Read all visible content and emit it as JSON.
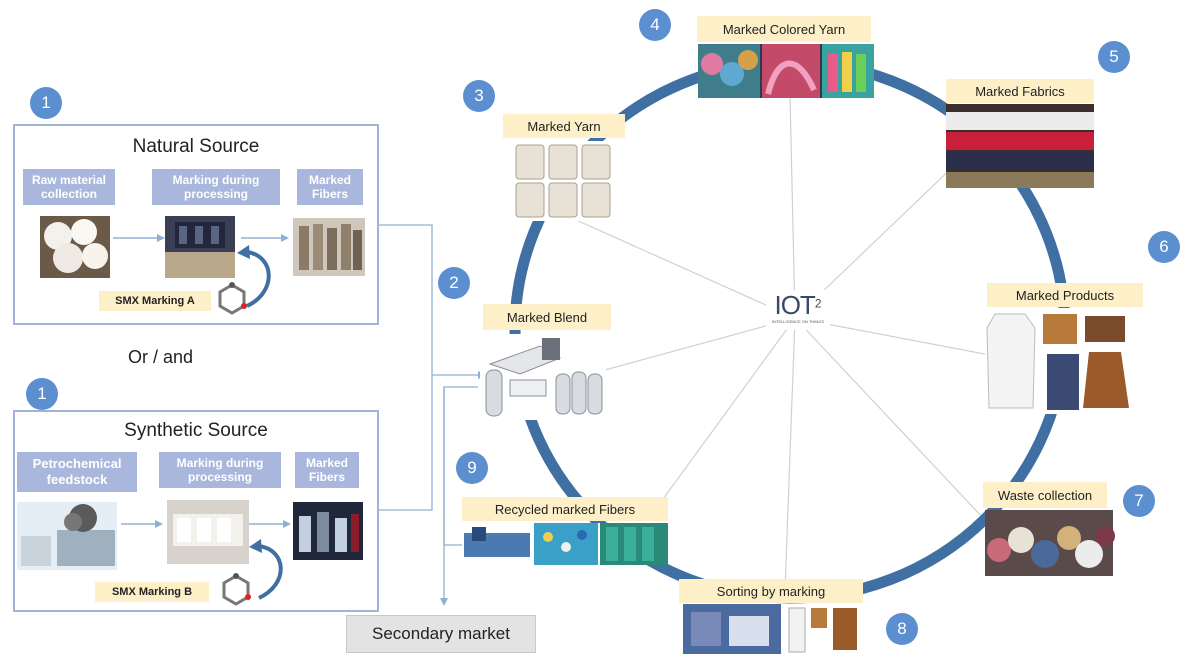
{
  "natural": {
    "badge": "1",
    "title": "Natural Source",
    "step1": "Raw material collection",
    "step2": "Marking during processing",
    "step3": "Marked Fibers",
    "marking": "SMX Marking A"
  },
  "or_and": "Or / and",
  "synthetic": {
    "badge": "1",
    "title": "Synthetic Source",
    "step1": "Petrochemical feedstock",
    "step2": "Marking during processing",
    "step3": "Marked Fibers",
    "marking": "SMX Marking B"
  },
  "secondary_market": "Secondary market",
  "hub": {
    "logo": "IOT",
    "sup": "2",
    "tagline": "INTELLIGENCE ON THINGS"
  },
  "stages": [
    {
      "num": "2",
      "label": "Marked Blend"
    },
    {
      "num": "3",
      "label": "Marked Yarn"
    },
    {
      "num": "4",
      "label": "Marked Colored Yarn"
    },
    {
      "num": "5",
      "label": "Marked Fabrics"
    },
    {
      "num": "6",
      "label": "Marked Products"
    },
    {
      "num": "7",
      "label": "Waste collection"
    },
    {
      "num": "8",
      "label": "Sorting by marking"
    },
    {
      "num": "9",
      "label": "Recycled marked Fibers"
    }
  ],
  "colors": {
    "ring": "#3f6fa3",
    "badge": "#5b8fd0",
    "label_bg": "#fdf0c8",
    "step_bg": "#a9b7dd",
    "panel_border": "#9fb4d6"
  }
}
